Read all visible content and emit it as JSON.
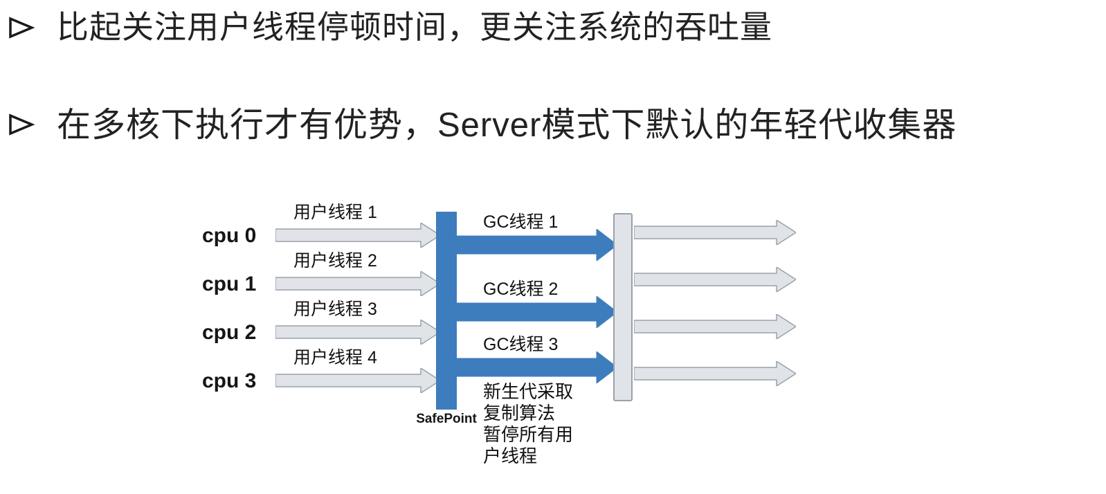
{
  "bullets": {
    "marker": "➢",
    "items": [
      {
        "text": "比起关注用户线程停顿时间，更关注系统的吞吐量"
      },
      {
        "text": "在多核下执行才有优势，Server模式下默认的年轻代收集器"
      }
    ]
  },
  "diagram": {
    "cpus": [
      {
        "label": "cpu 0"
      },
      {
        "label": "cpu 1"
      },
      {
        "label": "cpu 2"
      },
      {
        "label": "cpu 3"
      }
    ],
    "user_threads": [
      {
        "label": "用户线程 1"
      },
      {
        "label": "用户线程 2"
      },
      {
        "label": "用户线程 3"
      },
      {
        "label": "用户线程 4"
      }
    ],
    "gc_threads": [
      {
        "label": "GC线程 1"
      },
      {
        "label": "GC线程 2"
      },
      {
        "label": "GC线程 3"
      }
    ],
    "safepoint_label": "SafePoint",
    "note_lines": [
      "新生代采取",
      "复制算法",
      "暂停所有用",
      "户线程"
    ],
    "colors": {
      "blue": "#3e7dbd",
      "arrow_fill": "#e0e3e8",
      "arrow_border": "#99a1ab"
    }
  }
}
